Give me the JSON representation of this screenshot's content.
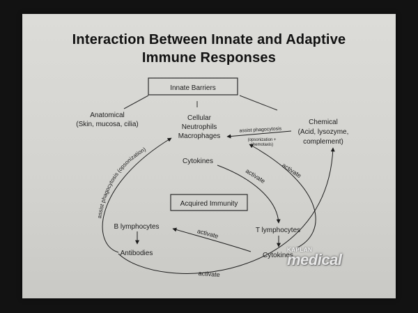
{
  "title": {
    "line1": "Interaction Between Innate and Adaptive",
    "line2": "Immune Responses"
  },
  "nodes": {
    "innate_barriers": "Innate Barriers",
    "anatomical": "Anatomical",
    "anatomical_detail": "(Skin, mucosa, cilia)",
    "cellular": "Cellular",
    "neutrophils": "Neutrophils",
    "macrophages": "Macrophages",
    "chemical": "Chemical",
    "chemical_detail1": "(Acid, lysozyme,",
    "chemical_detail2": "complement)",
    "cytokines_top": "Cytokines",
    "acquired_immunity": "Acquired Immunity",
    "b_lymphocytes": "B lymphocytes",
    "antibodies": "Antibodies",
    "t_lymphocytes": "T lymphocytes",
    "cytokines_bottom": "Cytokines"
  },
  "edge_labels": {
    "assist_phagocytosis": "assist phagocytosis",
    "opsonization_chemotaxis_1": "(opsonization +",
    "opsonization_chemotaxis_2": "chemotaxis)",
    "activate_macrophages": "activate",
    "activate_cytokines": "activate",
    "assist_phagocytosis_opsonization": "assist phagocytosis (opsonization)",
    "activate_b_lymphocytes": "activate",
    "activate_complement": "activate"
  },
  "branding": {
    "company": "KAPLAN",
    "division": "medical"
  },
  "colors": {
    "background": "#121212",
    "slide": "#d6d6d2",
    "ink": "#1b1b1b"
  }
}
